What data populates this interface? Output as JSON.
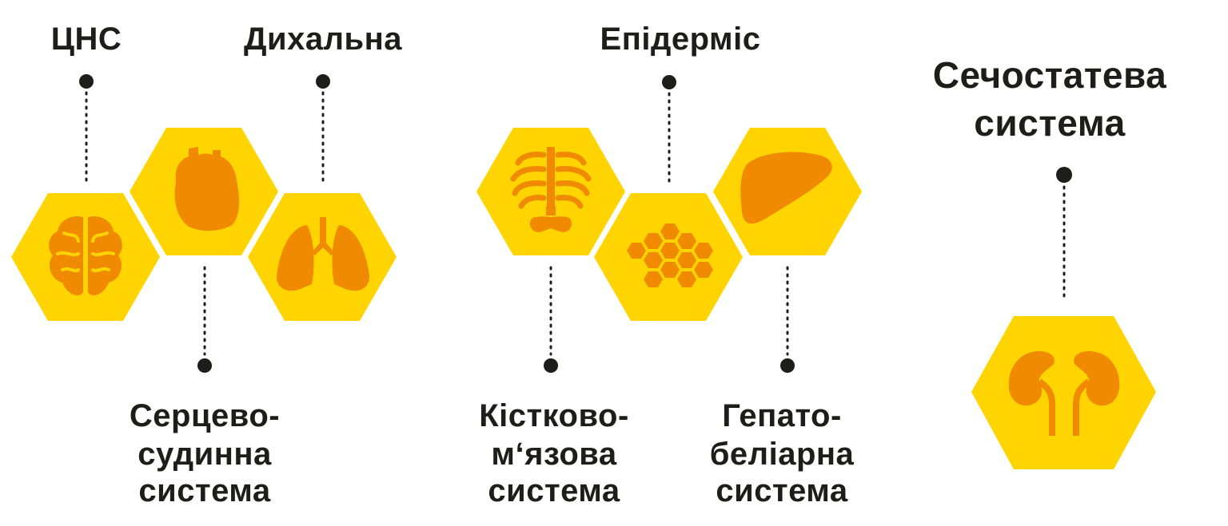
{
  "labels": {
    "cns": "ЦНС",
    "respiratory": "Дихальна",
    "epidermis": "Епідерміс",
    "urogenital_1": "Сечостатева",
    "urogenital_2": "система",
    "cardio_1": "Серцево-",
    "cardio_2": "судинна",
    "cardio_3": "система",
    "musculo_1": "Кістково-",
    "musculo_2": "м‘язова",
    "musculo_3": "система",
    "hepato_1": "Гепато-",
    "hepato_2": "беліарна",
    "hepato_3": "система"
  },
  "icons": [
    "brain-icon",
    "heart-icon",
    "lungs-icon",
    "skeleton-icon",
    "honeycomb-icon",
    "liver-icon",
    "kidneys-icon"
  ],
  "colors": {
    "hexagon": "#ffd400",
    "icon": "#f08a00",
    "text": "#1d1d1b"
  }
}
